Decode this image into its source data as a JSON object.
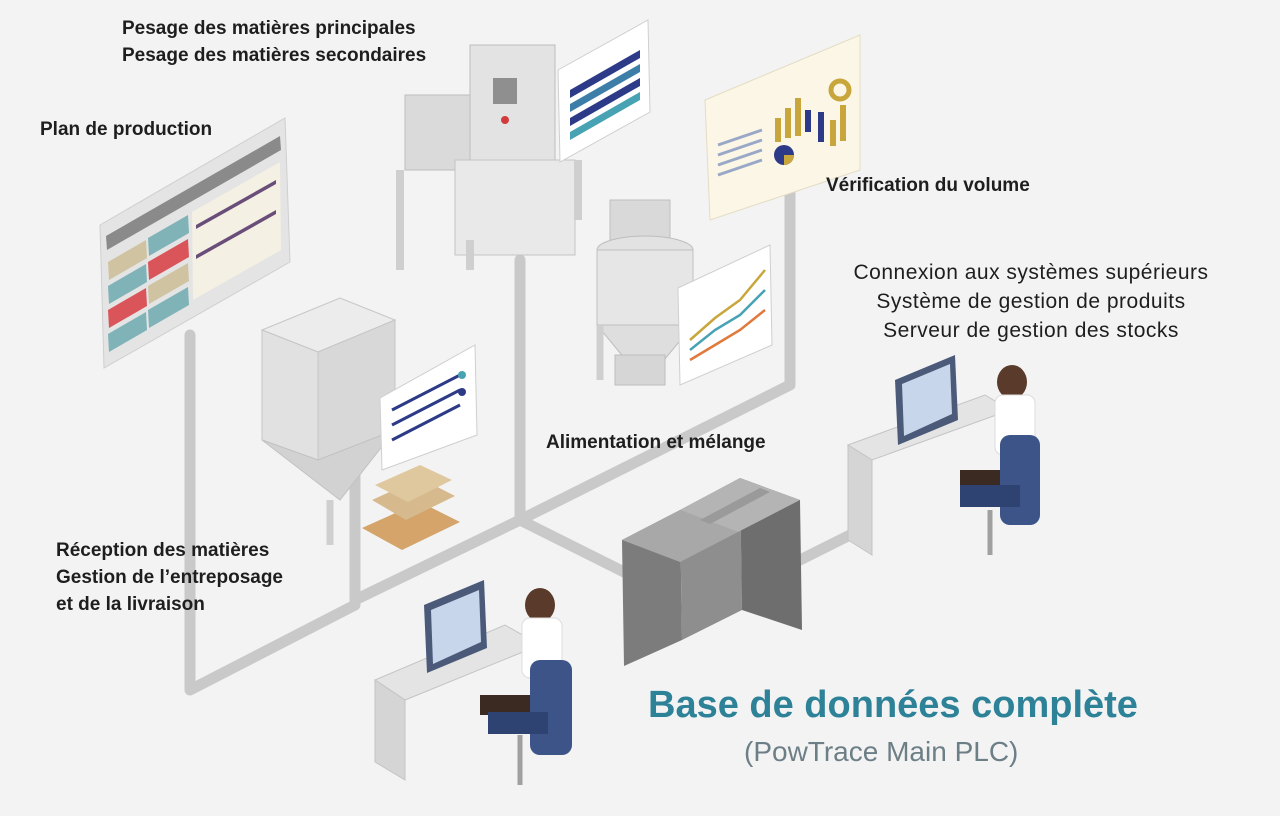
{
  "labels": {
    "weighing": [
      "Pesage des matières principales",
      "Pesage des matières secondaires"
    ],
    "production_plan": "Plan de production",
    "volume_check": "Vérification du volume",
    "upper_systems": [
      "Connexion aux systèmes supérieurs",
      "Système de gestion de produits",
      "Serveur de gestion des stocks"
    ],
    "feeding_mixing": "Alimentation et mélange",
    "reception": [
      "Réception des matières",
      "Gestion de l’entreposage",
      "et de la livraison"
    ]
  },
  "database": {
    "title": "Base de données complète",
    "subtitle": "(PowTrace Main PLC)"
  },
  "colors": {
    "background": "#f3f3f3",
    "pipe": "#c9c9c9",
    "db_title": "#2e8298",
    "db_subtitle": "#6d7f86",
    "chart_navy": "#2d3a87",
    "chart_gold": "#c8a63c",
    "plan_red": "#d9555a",
    "plan_teal": "#7fb3b8",
    "plan_tan": "#cfc3a1",
    "chair_blue": "#3d5488"
  }
}
